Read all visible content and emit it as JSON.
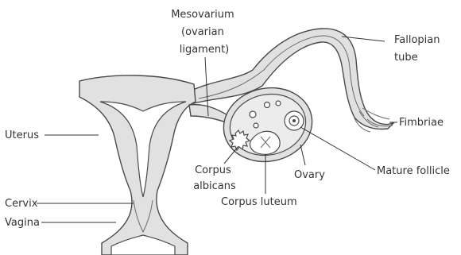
{
  "labels": {
    "mesovarium": [
      "Mesovarium",
      "(ovarian",
      "ligament)"
    ],
    "fallopian_tube": [
      "Fallopian",
      "tube"
    ],
    "fimbriae": "Fimbriae",
    "uterus": "Uterus",
    "mature_follicle": "Mature follicle",
    "ovary": "Ovary",
    "corpus_albicans": [
      "Corpus",
      "albicans"
    ],
    "corpus_luteum": "Corpus luteum",
    "cervix": "Cervix",
    "vagina": "Vagina"
  },
  "colors": {
    "tissue": "#e1e1e1",
    "outline": "#4a4a4a",
    "label": "#333333"
  }
}
